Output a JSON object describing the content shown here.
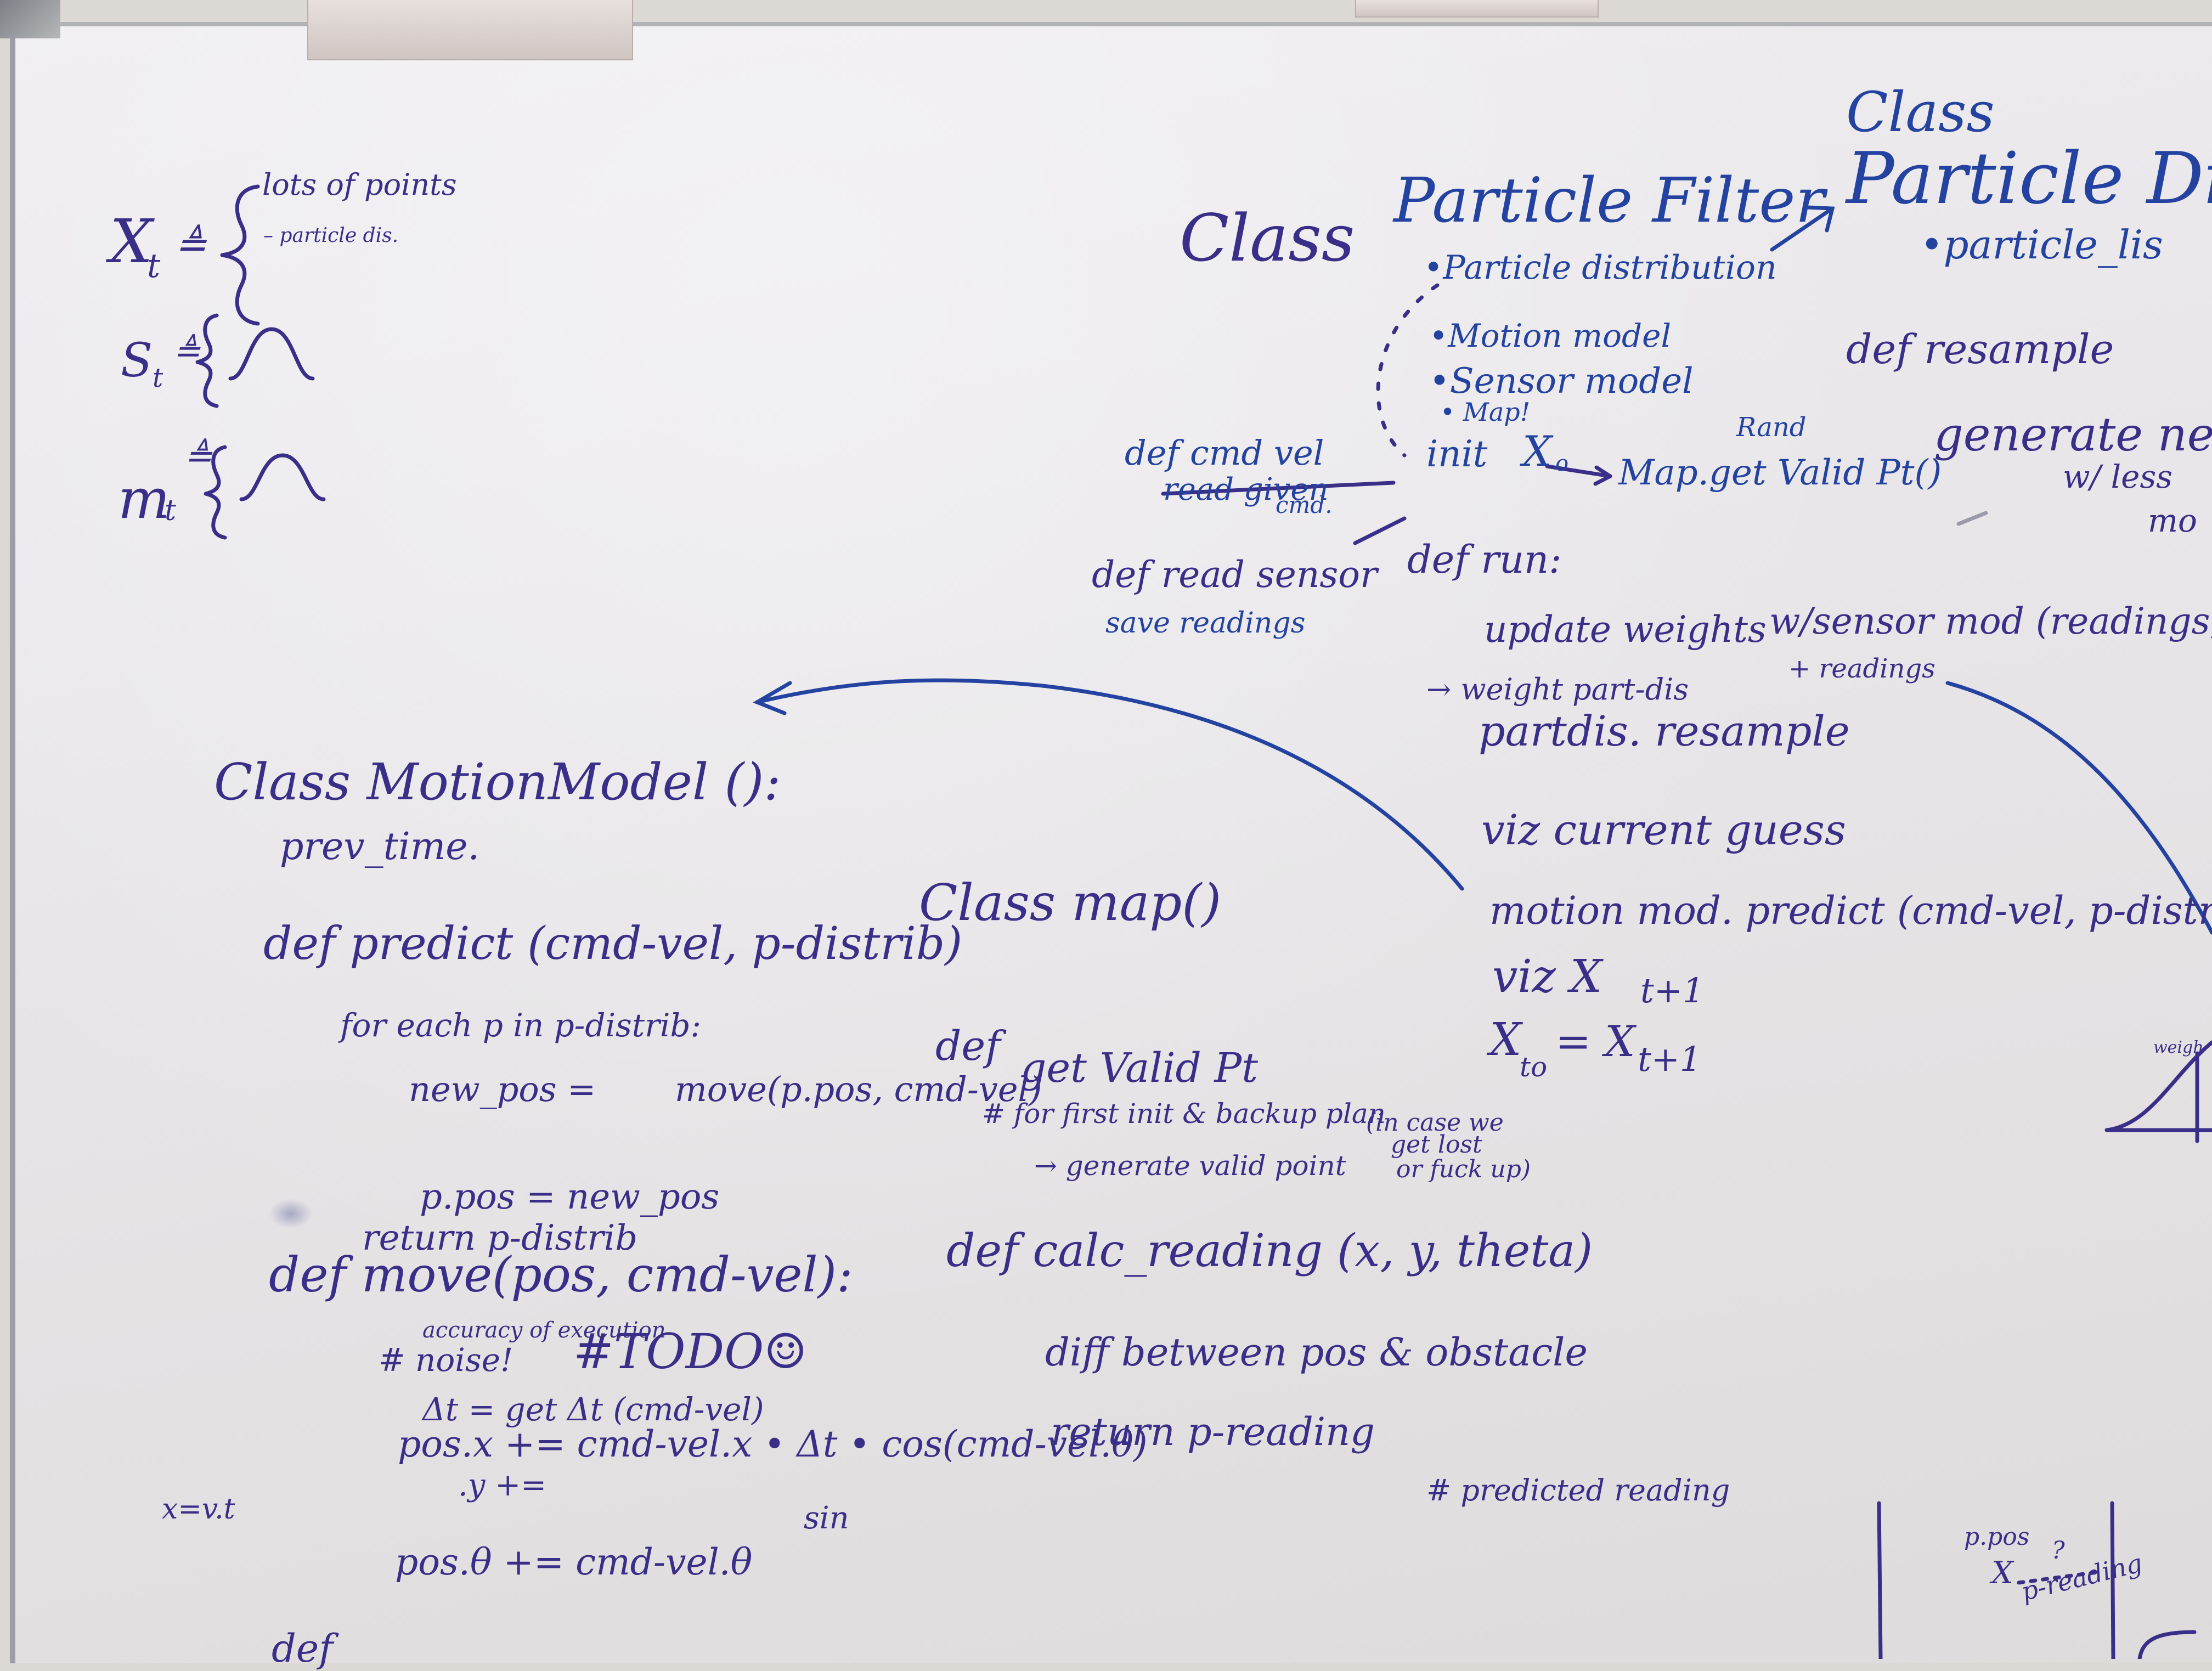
{
  "colors": {
    "board": "#ebe9ec",
    "purple_ink": "#3a2f88",
    "blue_ink": "#2443a0",
    "frame": "#9c9ea3"
  },
  "left_notes": {
    "xt": "X",
    "xt_sub": "t",
    "xt_def": "≜",
    "xt_line1": "lots of points",
    "xt_line2": "– particle dis.",
    "st": "S",
    "st_sub": "t",
    "st_def": "≜",
    "mt": "m",
    "mt_sub": "t",
    "mt_def": "≜",
    "note_xvt": "x=v.t"
  },
  "particle_filter": {
    "class_kw": "Class",
    "class_name": "Particle Filter",
    "attr1": "•Particle distribution",
    "attr2": "•Motion model",
    "attr3": "•Sensor model",
    "attr4": "• Map!",
    "init": "init",
    "x0": "X",
    "x0_sub": "o",
    "rand": "Rand",
    "getvalid": "Map.get Valid Pt()",
    "def_cmdvel": "def cmd vel",
    "read_given": "read given",
    "cmd": "cmd.",
    "def_readsensor": "def read sensor",
    "save_readings": "save readings",
    "def_run": "def run:",
    "run1": "update weights",
    "run1b": "w/sensor mod (readings, pa",
    "plus_readings": "+ readings",
    "run2": "→ weight part-dis",
    "run3": "partdis. resample",
    "run4": "viz  current guess",
    "run5": "motion mod. predict (cmd-vel, p-distrib)",
    "run6": "viz X",
    "run6_sub": "t+1",
    "run7": "X",
    "run7_sub": "to",
    "run7_rest": "= X",
    "run7_sub2": "t+1"
  },
  "particle_dist": {
    "class_kw": "Class",
    "class_name": "Particle Dist",
    "attr1": "•particle_lis",
    "def_resample": "def resample",
    "generate": "generate ne",
    "less1": "w/ less",
    "less2": "mo"
  },
  "motion_model": {
    "class_line": "Class MotionModel ():",
    "prev_time": "prev_time.",
    "def_predict": "def predict (cmd-vel, p-distrib)",
    "foreach": "for each p in p-distrib:",
    "newpos": "new_pos =",
    "move_call": "move(p.pos, cmd-vel)",
    "ppos": "p.pos = new_pos",
    "ret": "return p-distrib",
    "def_move": "def move(pos, cmd-vel):",
    "accuracy": "accuracy of execution",
    "noise": "# noise!",
    "todo": "#TODO☺",
    "dt": "Δt = get Δt (cmd-vel)",
    "posx": "pos.x += cmd-vel.x • Δt • cos(cmd-vel.θ)",
    "posy": ".y +=",
    "sin": "sin",
    "postheta": "pos.θ += cmd-vel.θ",
    "def_bottom": "def"
  },
  "map_class": {
    "class_line": "Class map()",
    "def_getvalid": "def",
    "getvalid": "get Valid Pt",
    "comment": "# for first init & backup plan",
    "incase1": "(in case we",
    "incase2": "get lost",
    "incase3": "or fuck up)",
    "gen": "→ generate valid point",
    "def_calc": "def calc_reading (x, y, theta)",
    "diff": "diff between pos & obstacle",
    "ret": "return p-reading",
    "pred_comment": "# predicted reading"
  },
  "bottom_right": {
    "ppos": "p.pos",
    "x": "X",
    "q": "?",
    "preading": "p-reading",
    "weight": "weigh"
  }
}
